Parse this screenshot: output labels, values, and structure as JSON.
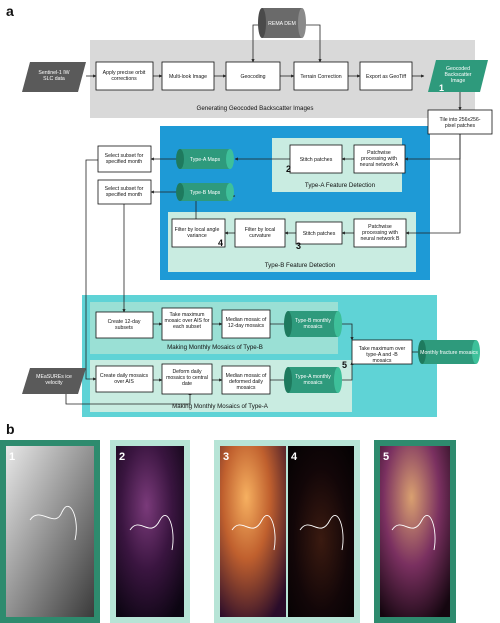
{
  "panel_labels": {
    "a": "a",
    "b": "b"
  },
  "sections": {
    "generating": "Generating Geocoded Backscatter Images",
    "type_a": "Type-A Feature Detection",
    "type_b": "Type-B Feature Detection",
    "mosaic_b": "Making Monthly Mosaics of Type-B",
    "mosaic_a": "Making Monthly Mosaics of Type-A"
  },
  "nodes": {
    "sentinel": "Sentinel-1 IW SLC data",
    "orbit": "Apply precise orbit corrections",
    "multilook": "Multi-look Image",
    "geocoding": "Geocoding",
    "rema": "REMA DEM",
    "terrain": "Terrain Correction",
    "export": "Export as GeoTiff",
    "geocoded": "Geocoded Backscatter Image",
    "tile": "Tile into 256x256-pixel patches",
    "patch_a": "Patchwise processing with neural network A",
    "stitch_a": "Stitch patches",
    "maps_a": "Type-A Maps",
    "subset_a": "Select subset for specified month",
    "patch_b": "Patchwise processing with neural network B",
    "stitch_b": "Stitch patches",
    "curvature": "Filter by local curvature",
    "angle": "Filter by local angle variance",
    "maps_b": "Type-B Maps",
    "subset_b": "Select subset for specified month",
    "subsets12": "Create 12-day subsets",
    "max_ais": "Take maximum mosaic over AIS for each subset",
    "median12": "Median mosaic of 12-day mosaics",
    "monthly_b": "Type-B monthly mosaics",
    "take_max": "Take maximum over type-A and -B mosaics",
    "fracture": "Monthly fracture mosaics",
    "measures": "MEaSUREs ice velocity",
    "daily": "Create daily mosaics over AIS",
    "deform": "Deform daily mosaics to central date",
    "median_def": "Median mosaic of deformed daily mosaics",
    "monthly_a": "Type-A monthly mosaics"
  },
  "step_numbers": {
    "n1": "1",
    "n2": "2",
    "n3": "3",
    "n4": "4",
    "n5": "5"
  },
  "colors": {
    "grey_bg": "#d9d9d9",
    "blue": "#1e9ad6",
    "mint": "#c9ece1",
    "teal_light": "#5fd3d6",
    "teal_mid": "#9ae0d5",
    "data_dark": "#5a5a5a",
    "data_teal": "#2e9a7c",
    "frame_dark": "#2e8b6e",
    "frame_light": "#b7e4d6"
  }
}
